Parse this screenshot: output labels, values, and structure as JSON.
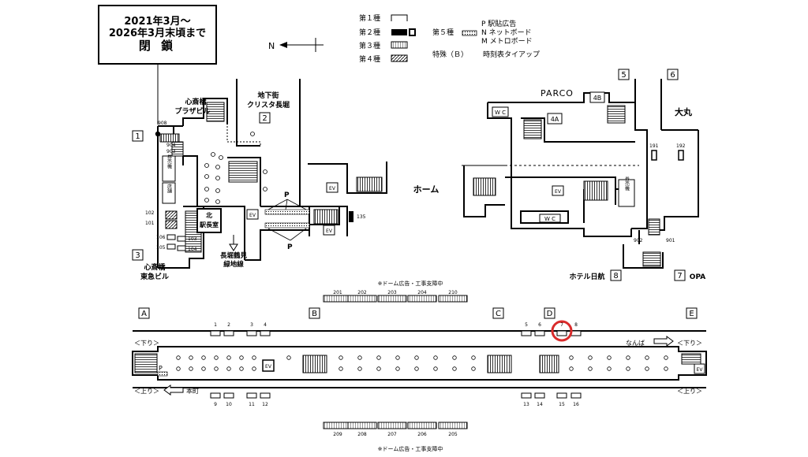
{
  "closure_notice": {
    "line1": "2021年3月～",
    "line2": "2026年3月末頃まで",
    "line3": "閉 鎖"
  },
  "compass": {
    "north": "N"
  },
  "legend": {
    "type1": "第１種",
    "type2": "第２種",
    "type3": "第３種",
    "type4": "第４種",
    "type5": "第５種",
    "p": "P 駅貼広告",
    "n": "N ネットボード",
    "m": "M メトロボード",
    "special": "特殊（Ｂ）",
    "special_desc": "時刻表タイアップ"
  },
  "map_labels": {
    "shinsaibashi_plaza": [
      "心斎橋",
      "プラザビル"
    ],
    "underground": [
      "地下街",
      "クリスタ長堀"
    ],
    "ticket_machine": "券売機",
    "shop": "店舗",
    "north_station_office": [
      "北",
      "駅長室"
    ],
    "nagahori_line": [
      "長堀鶴見",
      "緑地線"
    ],
    "shinsaibashi_tokyu": [
      "心斎橋",
      "東急ビル"
    ],
    "platform": "ホーム",
    "parco": "PARCO",
    "daimaru": "大丸",
    "hotel_nikko": "ホテル日航",
    "opa": "OPA",
    "wc": "W C",
    "ev": "EV",
    "ticket_machine_right": "券売機",
    "p": "P"
  },
  "exits": [
    "1",
    "2",
    "3",
    "4A",
    "4B",
    "5",
    "6",
    "7",
    "8"
  ],
  "ad_numbers": [
    "908",
    "904",
    "903",
    "102",
    "101",
    "106",
    "105",
    "103",
    "104",
    "135",
    "191",
    "192",
    "902",
    "901"
  ],
  "platform_diagram": {
    "dome_notice_top": "※ドーム広告・工事支障中",
    "dome_notice_bottom": "※ドーム広告・工事支障中",
    "top_domes": [
      "201",
      "202",
      "203",
      "204",
      "210"
    ],
    "bottom_domes": [
      "209",
      "208",
      "207",
      "206",
      "205"
    ],
    "zones": [
      "A",
      "B",
      "C",
      "D",
      "E"
    ],
    "top_boards": [
      "1",
      "2",
      "3",
      "4",
      "5",
      "6",
      "7",
      "8"
    ],
    "bottom_boards": [
      "9",
      "10",
      "11",
      "12",
      "13",
      "14",
      "15",
      "16"
    ],
    "down_left": "＜下り＞",
    "down_right": "＜下り＞",
    "up_left": "＜上り＞",
    "up_right": "＜上り＞",
    "namba": "なんば",
    "honmachi": "本町",
    "ev": "EV",
    "p": "P"
  },
  "highlight": {
    "board": "7",
    "color": "#d92b2b"
  }
}
